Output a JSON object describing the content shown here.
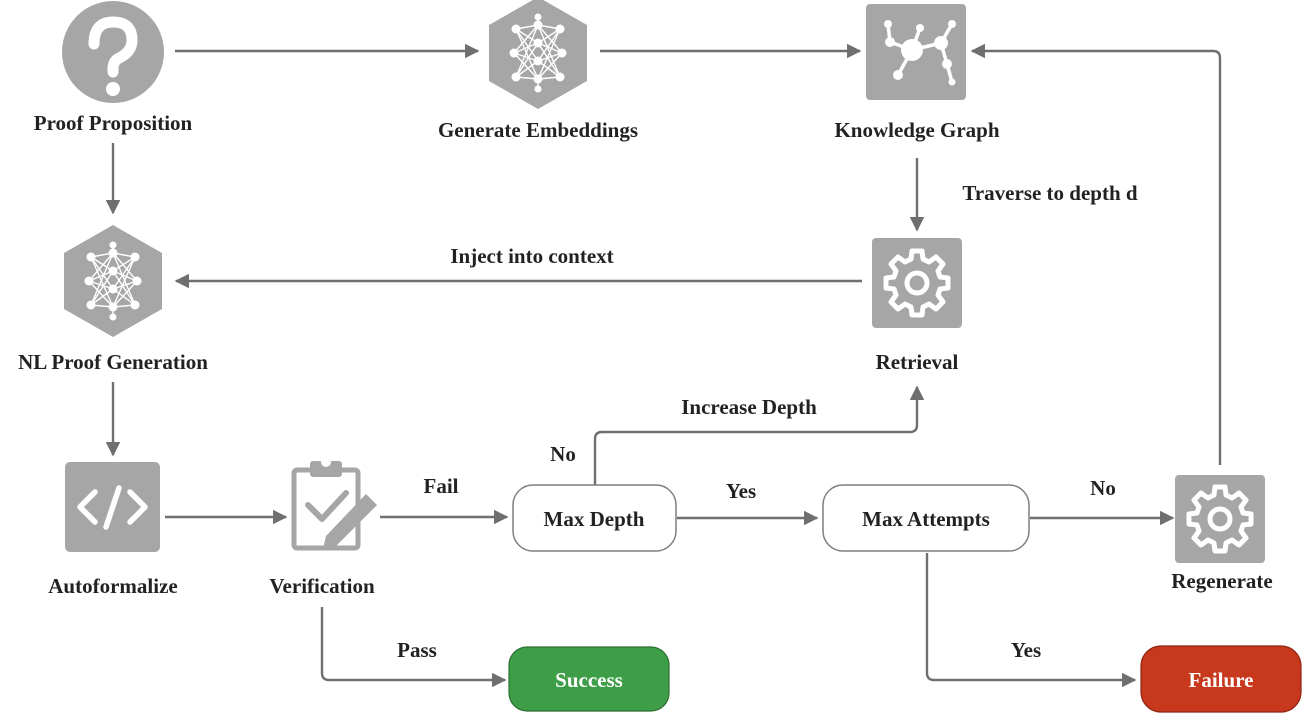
{
  "colors": {
    "icon_gray": "#a6a6a6",
    "edge_gray": "#6f6f6f",
    "success": "#3e9e48",
    "failure": "#c8381c",
    "text": "#222222"
  },
  "nodes": {
    "proof_proposition": {
      "label": "Proof Proposition",
      "icon": "question-icon"
    },
    "generate_embeddings": {
      "label": "Generate Embeddings",
      "icon": "neural-network-icon"
    },
    "knowledge_graph": {
      "label": "Knowledge Graph",
      "icon": "graph-network-icon"
    },
    "nl_proof_generation": {
      "label": "NL Proof Generation",
      "icon": "neural-network-icon"
    },
    "retrieval": {
      "label": "Retrieval",
      "icon": "gear-icon"
    },
    "autoformalize": {
      "label": "Autoformalize",
      "icon": "code-icon"
    },
    "verification": {
      "label": "Verification",
      "icon": "clipboard-check-icon"
    },
    "max_depth": {
      "label": "Max Depth"
    },
    "max_attempts": {
      "label": "Max Attempts"
    },
    "regenerate": {
      "label": "Regenerate",
      "icon": "gear-icon"
    },
    "success": {
      "label": "Success"
    },
    "failure": {
      "label": "Failure"
    }
  },
  "edges": {
    "traverse": "Traverse to depth d",
    "inject": "Inject into context",
    "increase_depth": "Increase Depth",
    "depth_no": "No",
    "fail": "Fail",
    "depth_yes": "Yes",
    "attempts_no": "No",
    "pass": "Pass",
    "attempts_yes": "Yes"
  }
}
